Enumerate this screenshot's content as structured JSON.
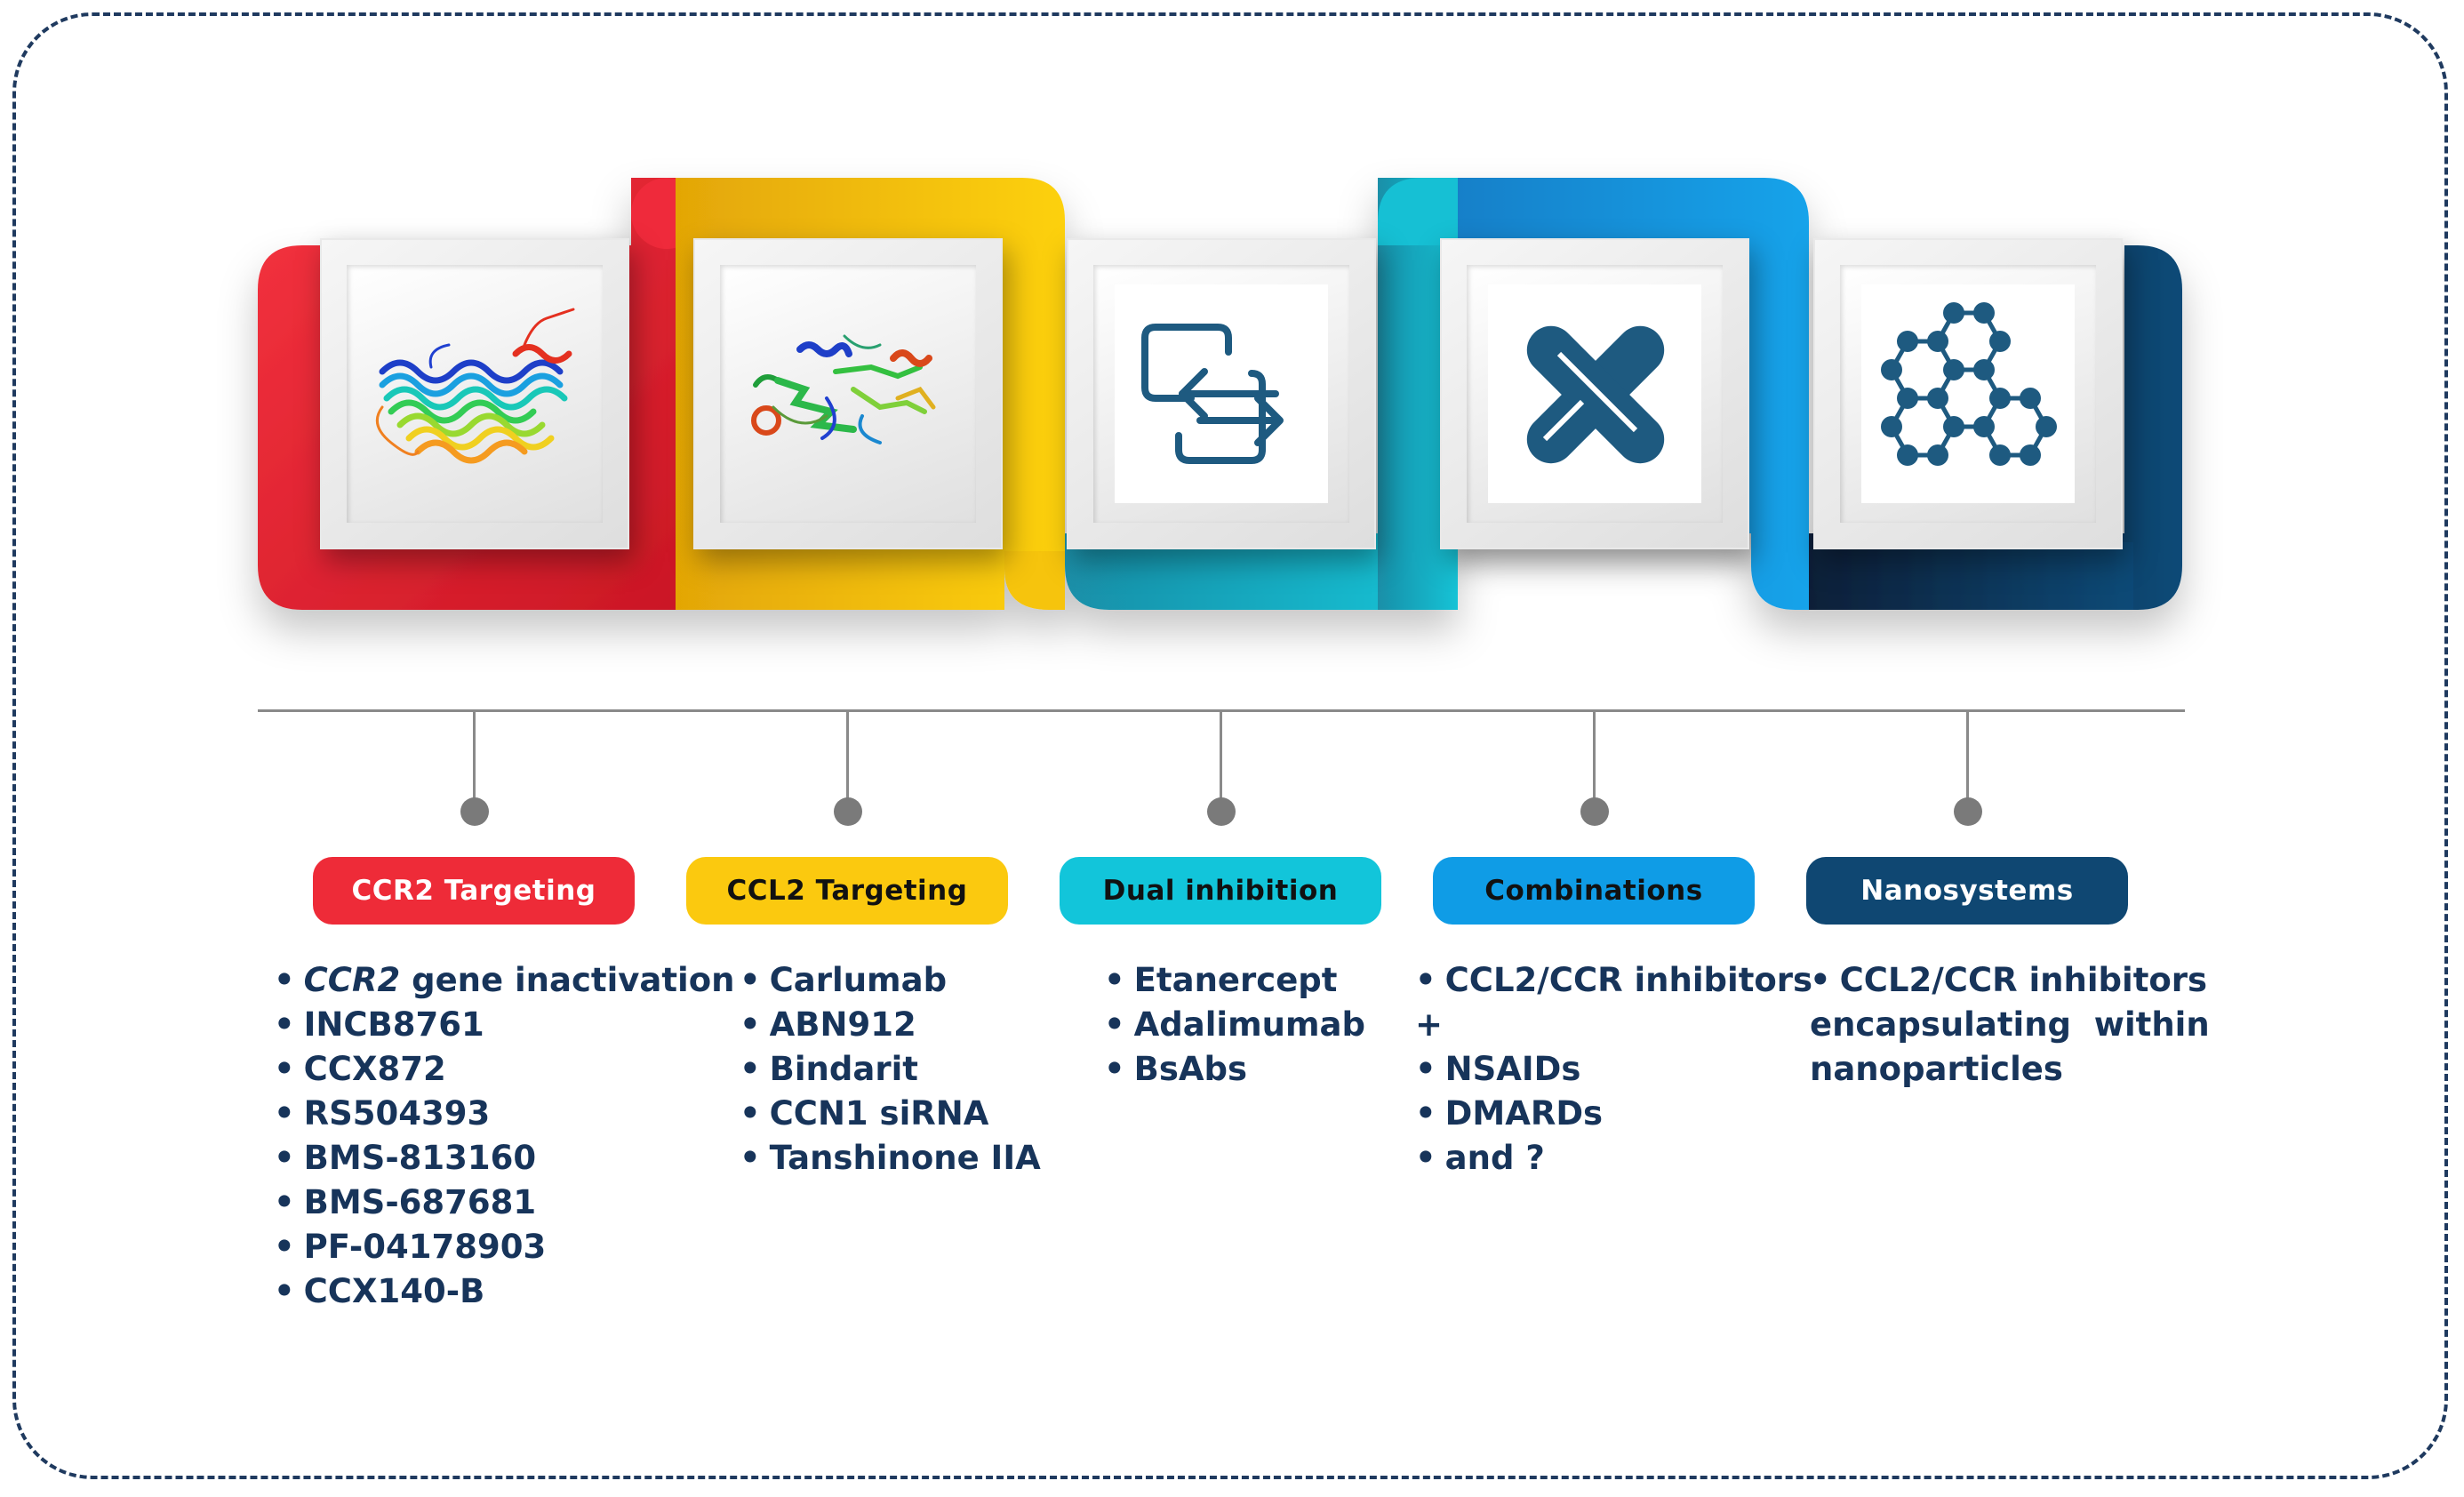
{
  "colors": {
    "red": "#ee2b38",
    "yellow": "#fbc90f",
    "teal": "#12b9cc",
    "blue": "#0f9ce6",
    "navy": "#0f4772",
    "text": "#17345a",
    "icon": "#1e5a80"
  },
  "tiles": [
    {
      "icon": "ccr2-protein-structure-icon"
    },
    {
      "icon": "ccl2-protein-structure-icon"
    },
    {
      "icon": "swap-arrows-icon"
    },
    {
      "icon": "cross-bandage-icon"
    },
    {
      "icon": "hexagon-nanostructure-icon"
    }
  ],
  "categories": [
    {
      "label": "CCR2 Targeting",
      "items": [
        "CCR2 gene inactivation",
        "INCB8761",
        "CCX872",
        "RS504393",
        "BMS-813160",
        "BMS-687681",
        "PF-04178903",
        "CCX140-B"
      ]
    },
    {
      "label": "CCL2 Targeting",
      "items": [
        "Carlumab",
        "ABN912",
        "Bindarit",
        "CCN1 siRNA",
        "Tanshinone IIA"
      ]
    },
    {
      "label": "Dual inhibition",
      "items": [
        "Etanercept",
        "Adalimumab",
        "BsAbs"
      ]
    },
    {
      "label": "Combinations",
      "items": [
        "CCL2/CCR inhibitors",
        "+",
        "NSAIDs",
        "DMARDs",
        "and ?"
      ]
    },
    {
      "label": "Nanosystems",
      "items": [
        "CCL2/CCR inhibitors",
        "encapsulating  within",
        "nanoparticles"
      ]
    }
  ]
}
